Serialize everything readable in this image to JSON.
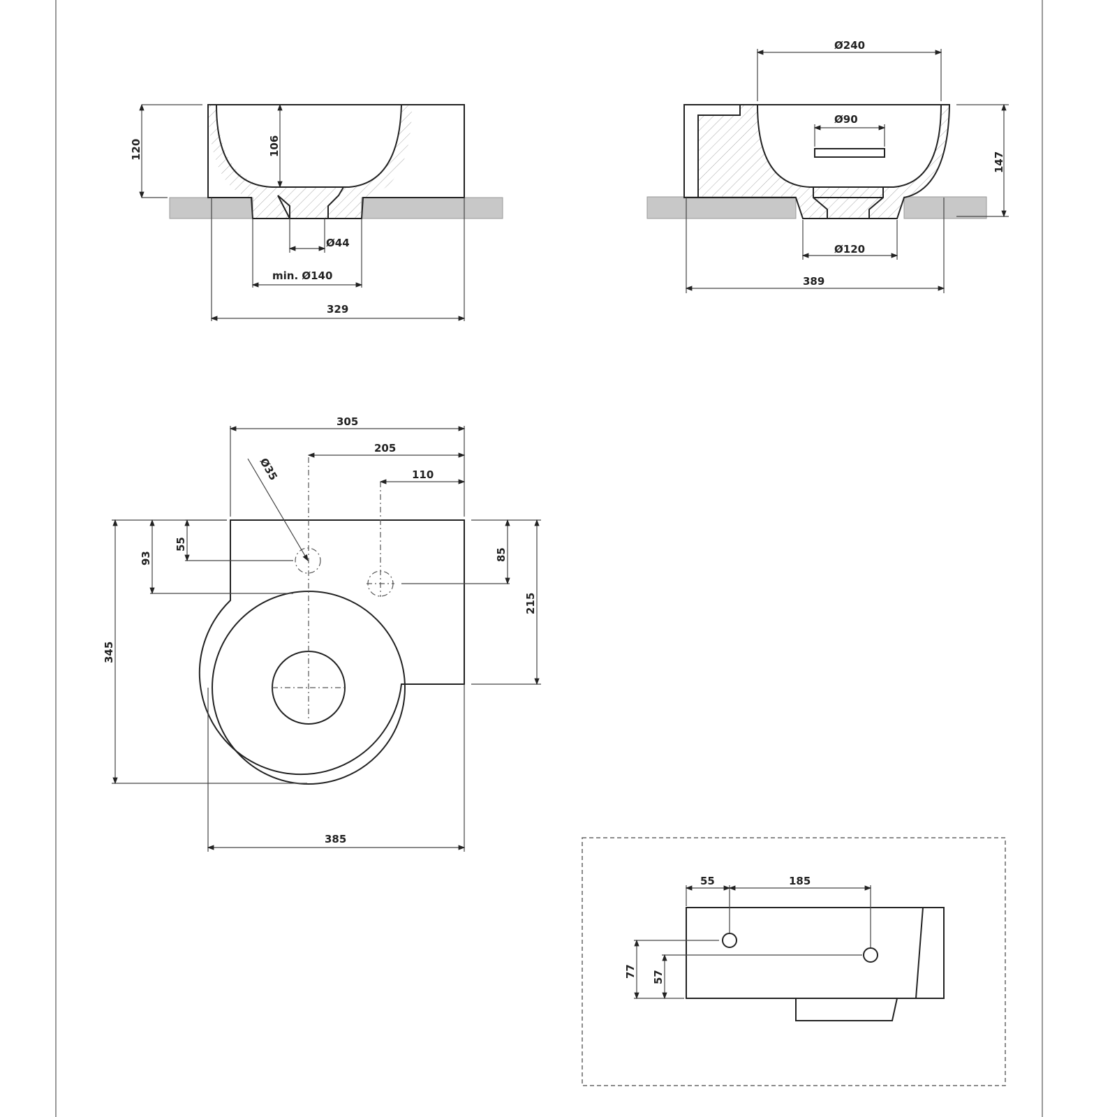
{
  "front_section": {
    "height_total": "120",
    "bowl_depth": "106",
    "drain_diameter": "Ø44",
    "cutout_min": "min. Ø140",
    "width": "329"
  },
  "side_section": {
    "top_diameter": "Ø240",
    "overflow_width": "Ø90",
    "height": "147",
    "base_diameter": "Ø120",
    "width": "389"
  },
  "plan_view": {
    "depth_total": "305",
    "to_drain_axis": "205",
    "to_tap_hole": "110",
    "tap_hole_diameter": "Ø35",
    "dim_55": "55",
    "dim_93": "93",
    "dim_85": "85",
    "dim_215": "215",
    "dim_345": "345",
    "width_bottom": "385"
  },
  "rear_view": {
    "dim_55": "55",
    "dim_185": "185",
    "dim_77": "77",
    "dim_57": "57"
  }
}
